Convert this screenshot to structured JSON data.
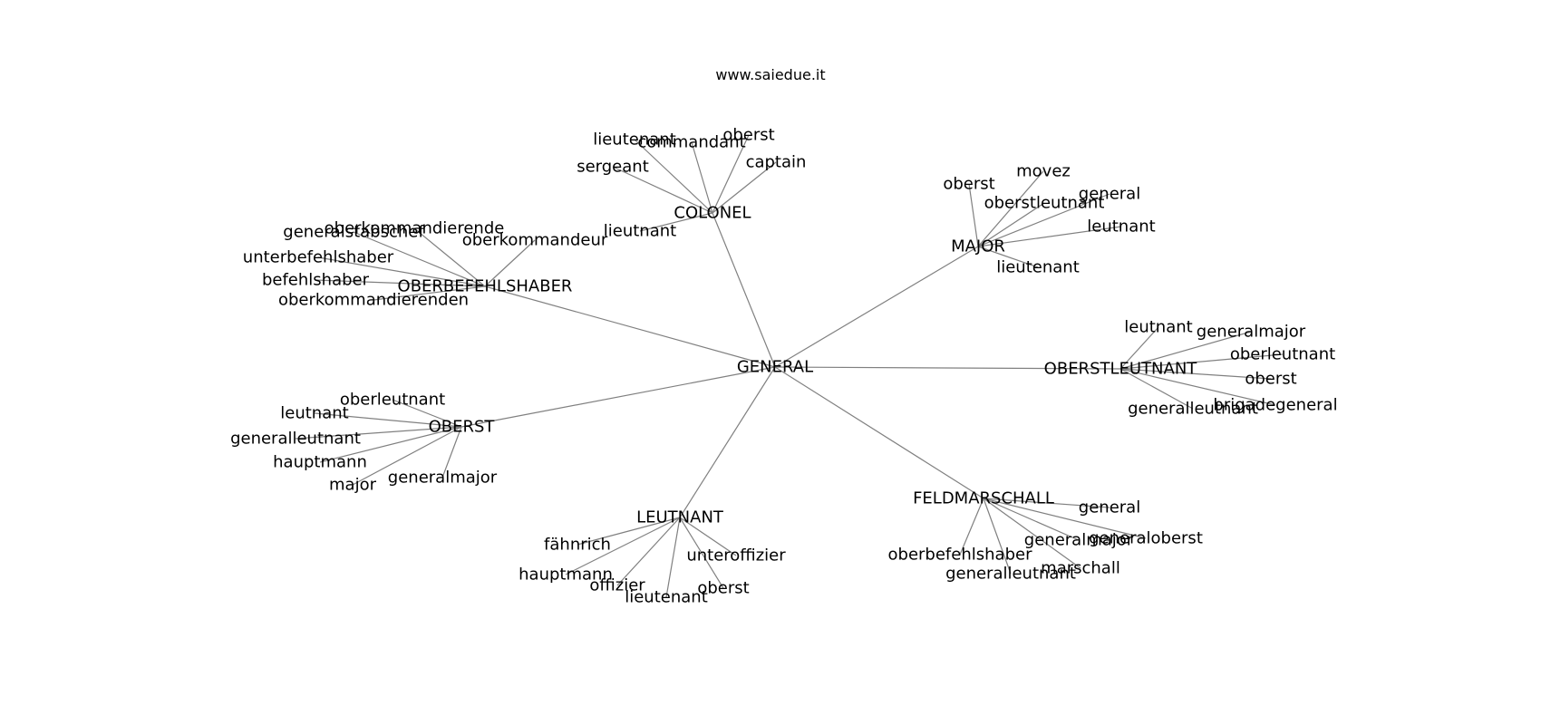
{
  "title": "www.saiedue.it",
  "colors": {
    "edge": "#808080",
    "text": "#000000",
    "background": "#ffffff"
  },
  "graph": {
    "center": "GENERAL",
    "hubs": [
      {
        "label": "COLONEL",
        "leaves": [
          "lieutenant",
          "commandant",
          "oberst",
          "captain",
          "sergeant",
          "lieutnant"
        ]
      },
      {
        "label": "OBERBEFEHLSHABER",
        "leaves": [
          "oberkommandierende",
          "generalstabschef",
          "oberkommandeur",
          "unterbefehlshaber",
          "befehlshaber",
          "oberkommandierenden"
        ]
      },
      {
        "label": "MAJOR",
        "leaves": [
          "oberst",
          "movez",
          "general",
          "oberstleutnant",
          "leutnant",
          "lieutenant"
        ]
      },
      {
        "label": "OBERSTLEUTNANT",
        "leaves": [
          "leutnant",
          "generalmajor",
          "oberleutnant",
          "oberst",
          "generalleutnant",
          "brigadegeneral"
        ]
      },
      {
        "label": "OBERST",
        "leaves": [
          "oberleutnant",
          "leutnant",
          "generalleutnant",
          "hauptmann",
          "generalmajor",
          "major"
        ]
      },
      {
        "label": "LEUTNANT",
        "leaves": [
          "fähnrich",
          "unteroffizier",
          "hauptmann",
          "offizier",
          "oberst",
          "lieutenant"
        ]
      },
      {
        "label": "FELDMARSCHALL",
        "leaves": [
          "general",
          "generaloberst",
          "generalmajor",
          "oberbefehlshaber",
          "marschall",
          "generalleutnant"
        ]
      }
    ]
  }
}
